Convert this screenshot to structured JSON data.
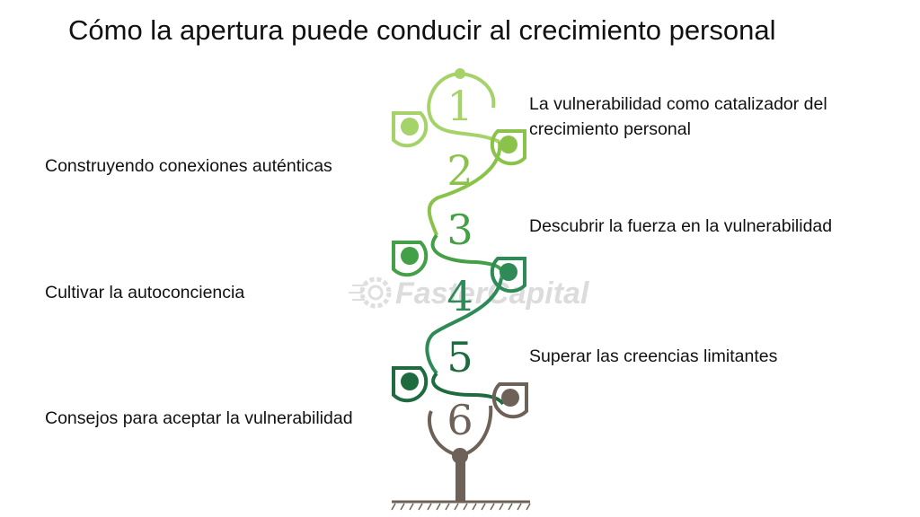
{
  "title": "Cómo la apertura puede conducir al crecimiento personal",
  "steps": [
    {
      "number": "1",
      "label": "La vulnerabilidad como catalizador del crecimiento personal",
      "color": "#9ccc65"
    },
    {
      "number": "2",
      "label": "Construyendo conexiones auténticas",
      "color": "#8bc34a"
    },
    {
      "number": "3",
      "label": "Descubrir la fuerza en la vulnerabilidad",
      "color": "#43a047"
    },
    {
      "number": "4",
      "label": "Cultivar la autoconciencia",
      "color": "#2e8b57"
    },
    {
      "number": "5",
      "label": "Superar las creencias limitantes",
      "color": "#1e6b3f"
    },
    {
      "number": "6",
      "label": "Consejos para aceptar la vulnerabilidad",
      "color": "#5d534d"
    }
  ],
  "watermark": {
    "text": "FasterCapital",
    "color": "#d9d9d9"
  },
  "stem_color": "#6d6158"
}
